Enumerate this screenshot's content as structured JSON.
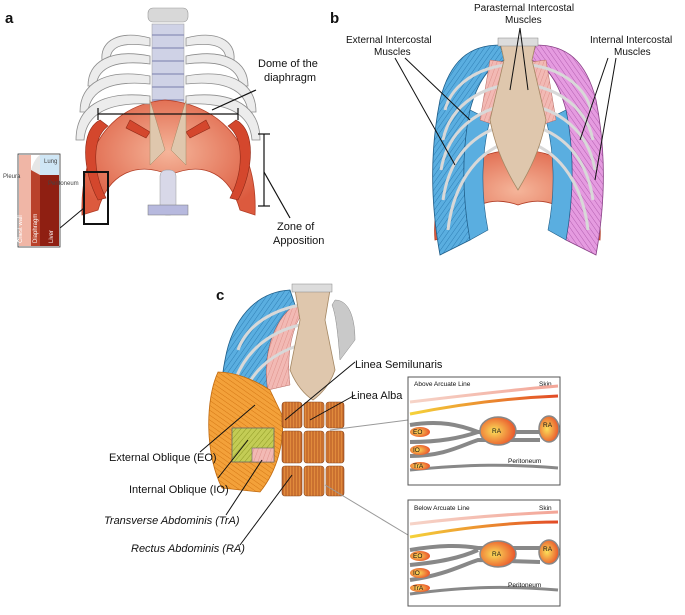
{
  "panels": {
    "a": {
      "letter": "a",
      "dome_label_line1": "Dome of the",
      "dome_label_line2": "diaphragm",
      "zone_label_line1": "Zone of",
      "zone_label_line2": "Apposition",
      "inset": {
        "pleura": "Pleura",
        "lung": "Lung",
        "peritoneum": "Peritoneum",
        "chest_wall": "Chest wall",
        "diaphragm": "Diaphragm",
        "liver": "Liver"
      }
    },
    "b": {
      "letter": "b",
      "external_line1": "External Intercostal",
      "external_line2": "Muscles",
      "parasternal_line1": "Parasternal Intercostal",
      "parasternal_line2": "Muscles",
      "internal_line1": "Internal Intercostal",
      "internal_line2": "Muscles"
    },
    "c": {
      "letter": "c",
      "linea_semilunaris": "Linea Semilunaris",
      "linea_alba": "Linea Alba",
      "external_oblique": "External Oblique (EO)",
      "internal_oblique": "Internal Oblique (IO)",
      "transverse_abdominis": "Transverse Abdominis (TrA)",
      "rectus_abdominis": "Rectus Abdominis (RA)",
      "box_above": {
        "title": "Above Arcuate Line",
        "skin": "Skin",
        "eo": "EO",
        "io": "IO",
        "tra": "TrA",
        "ra_left": "RA",
        "ra_right": "RA",
        "peritoneum": "Peritoneum"
      },
      "box_below": {
        "title": "Below Arcuate Line",
        "skin": "Skin",
        "eo": "EO",
        "io": "IO",
        "tra": "TrA",
        "ra_left": "RA",
        "ra_right": "RA",
        "peritoneum": "Peritoneum"
      }
    }
  },
  "colors": {
    "diaphragm": "#d9634a",
    "rib": "#e8e8e8",
    "sternum": "#dfc7ad",
    "external_intercostal": "#5aaee0",
    "internal_intercostal": "#d98ad6",
    "parasternal": "#f2b9b4",
    "external_oblique": "#f29a2e",
    "internal_oblique": "#b8c24a",
    "rectus": "#e07a3a"
  }
}
